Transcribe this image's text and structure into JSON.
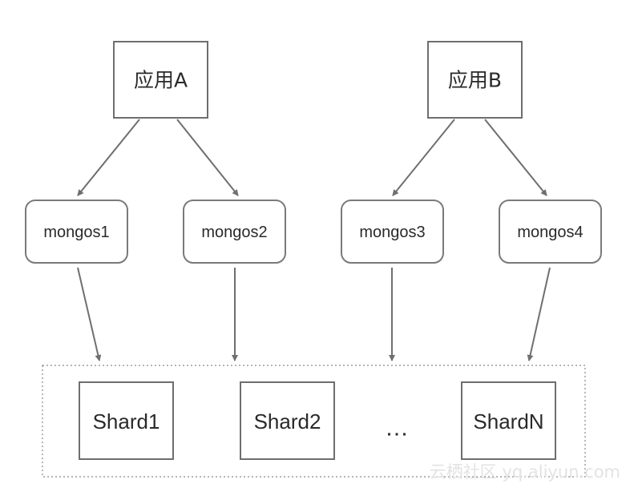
{
  "apps": [
    {
      "id": "app-a",
      "label": "应用A"
    },
    {
      "id": "app-b",
      "label": "应用B"
    }
  ],
  "routers": [
    {
      "id": "mongos1",
      "label": "mongos1"
    },
    {
      "id": "mongos2",
      "label": "mongos2"
    },
    {
      "id": "mongos3",
      "label": "mongos3"
    },
    {
      "id": "mongos4",
      "label": "mongos4"
    }
  ],
  "shards": [
    {
      "id": "shard1",
      "label": "Shard1"
    },
    {
      "id": "shard2",
      "label": "Shard2"
    },
    {
      "id": "shardn",
      "label": "ShardN"
    }
  ],
  "ellipsis": "…",
  "edges": [
    {
      "from": "app-a",
      "to": "mongos1"
    },
    {
      "from": "app-a",
      "to": "mongos2"
    },
    {
      "from": "app-b",
      "to": "mongos3"
    },
    {
      "from": "app-b",
      "to": "mongos4"
    },
    {
      "from": "mongos1",
      "to": "shard-cluster"
    },
    {
      "from": "mongos2",
      "to": "shard-cluster"
    },
    {
      "from": "mongos3",
      "to": "shard-cluster"
    },
    {
      "from": "mongos4",
      "to": "shard-cluster"
    }
  ],
  "watermark": "云栖社区 yq.aliyun.com",
  "colors": {
    "stroke": "#6e6e6e",
    "text": "#2a2a2a",
    "watermark": "#e3e3e3"
  }
}
